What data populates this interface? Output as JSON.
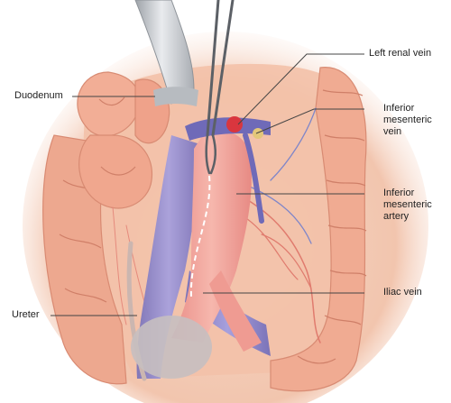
{
  "labels": {
    "duodenum": "Duodenum",
    "left_renal_vein": "Left renal vein",
    "inferior_mesenteric_vein": [
      "Inferior",
      "mesenteric",
      "vein"
    ],
    "inferior_mesenteric_artery": [
      "Inferior",
      "mesenteric",
      "artery"
    ],
    "iliac_vein": "Iliac vein",
    "ureter": "Ureter"
  },
  "colors": {
    "tissue": "#f4c7b2",
    "bowel": "#f0a990",
    "aorta": "#f2a199",
    "vein": "#8f88c9",
    "retractor": "#cfd2d6",
    "instrument": "#6b6f75",
    "leader": "#444444"
  }
}
